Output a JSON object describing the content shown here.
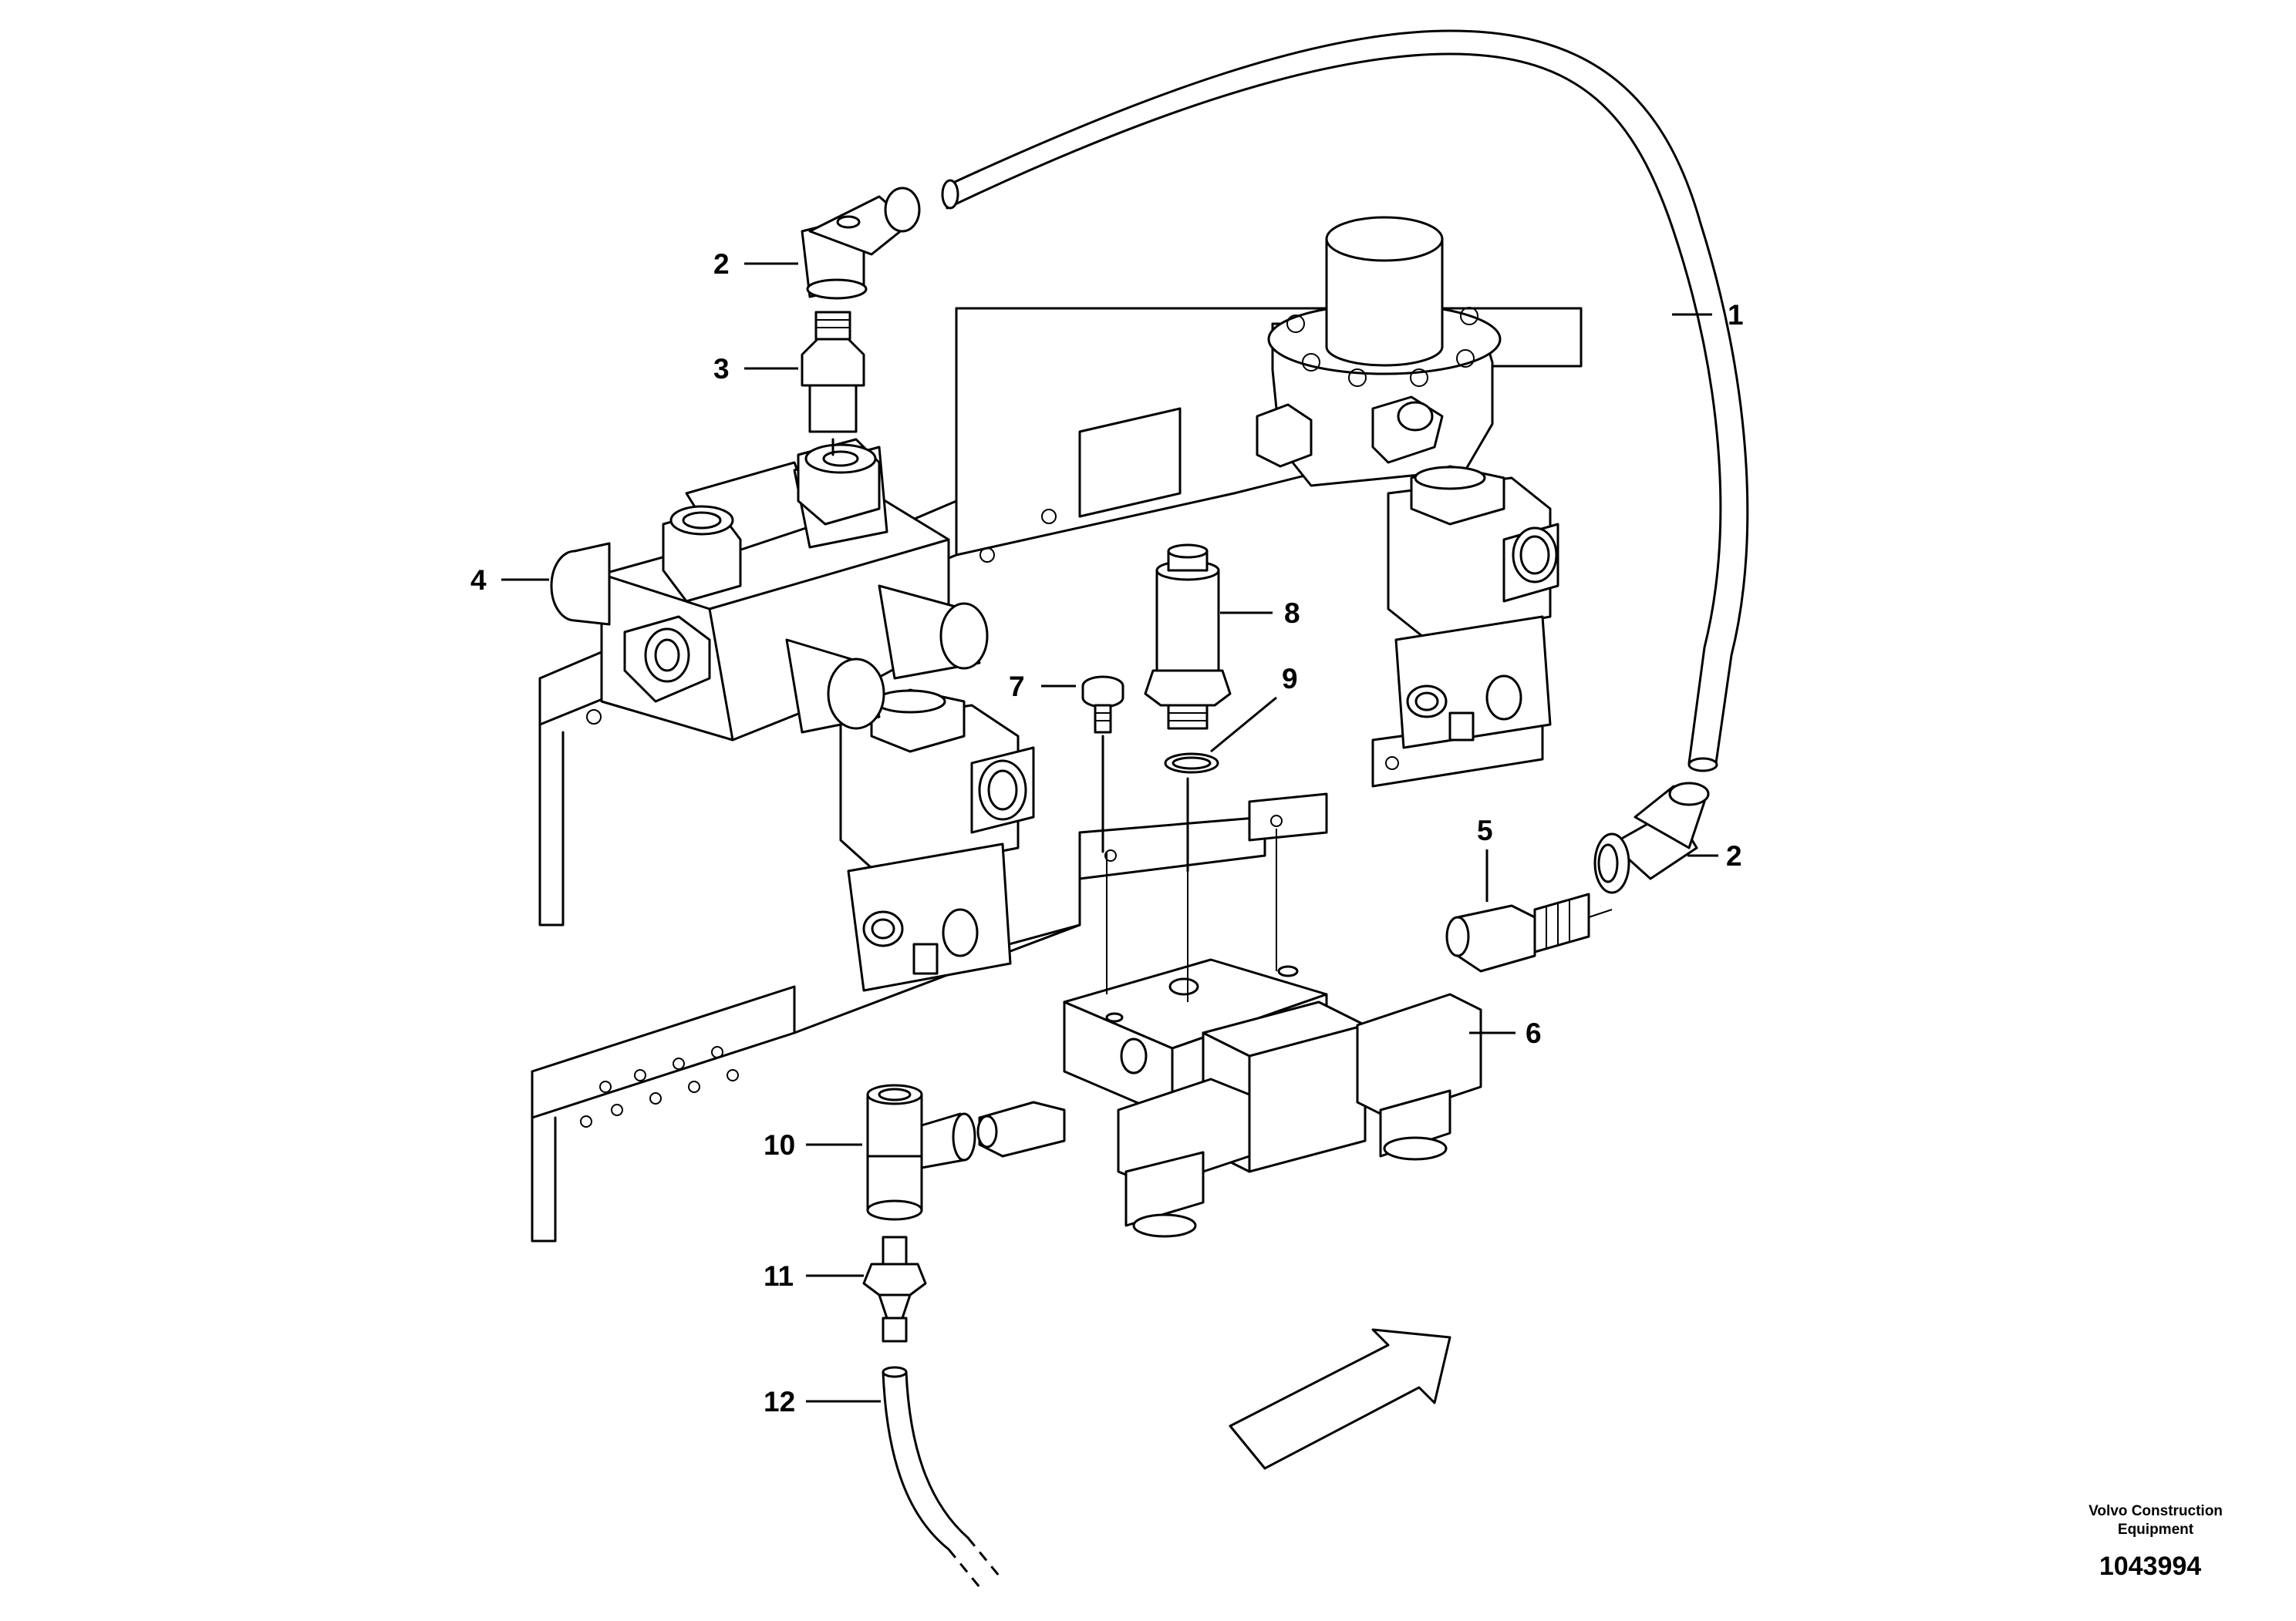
{
  "diagram": {
    "callouts": [
      {
        "id": "c1",
        "label": "1"
      },
      {
        "id": "c2a",
        "label": "2"
      },
      {
        "id": "c2b",
        "label": "2"
      },
      {
        "id": "c3",
        "label": "3"
      },
      {
        "id": "c4",
        "label": "4"
      },
      {
        "id": "c5",
        "label": "5"
      },
      {
        "id": "c6",
        "label": "6"
      },
      {
        "id": "c7",
        "label": "7"
      },
      {
        "id": "c8",
        "label": "8"
      },
      {
        "id": "c9",
        "label": "9"
      },
      {
        "id": "c10",
        "label": "10"
      },
      {
        "id": "c11",
        "label": "11"
      },
      {
        "id": "c12",
        "label": "12"
      }
    ],
    "direction_arrow": "forward-direction-arrow"
  },
  "footer": {
    "maker_line1": "Volvo Construction",
    "maker_line2": "Equipment",
    "drawing_number": "1043994"
  }
}
